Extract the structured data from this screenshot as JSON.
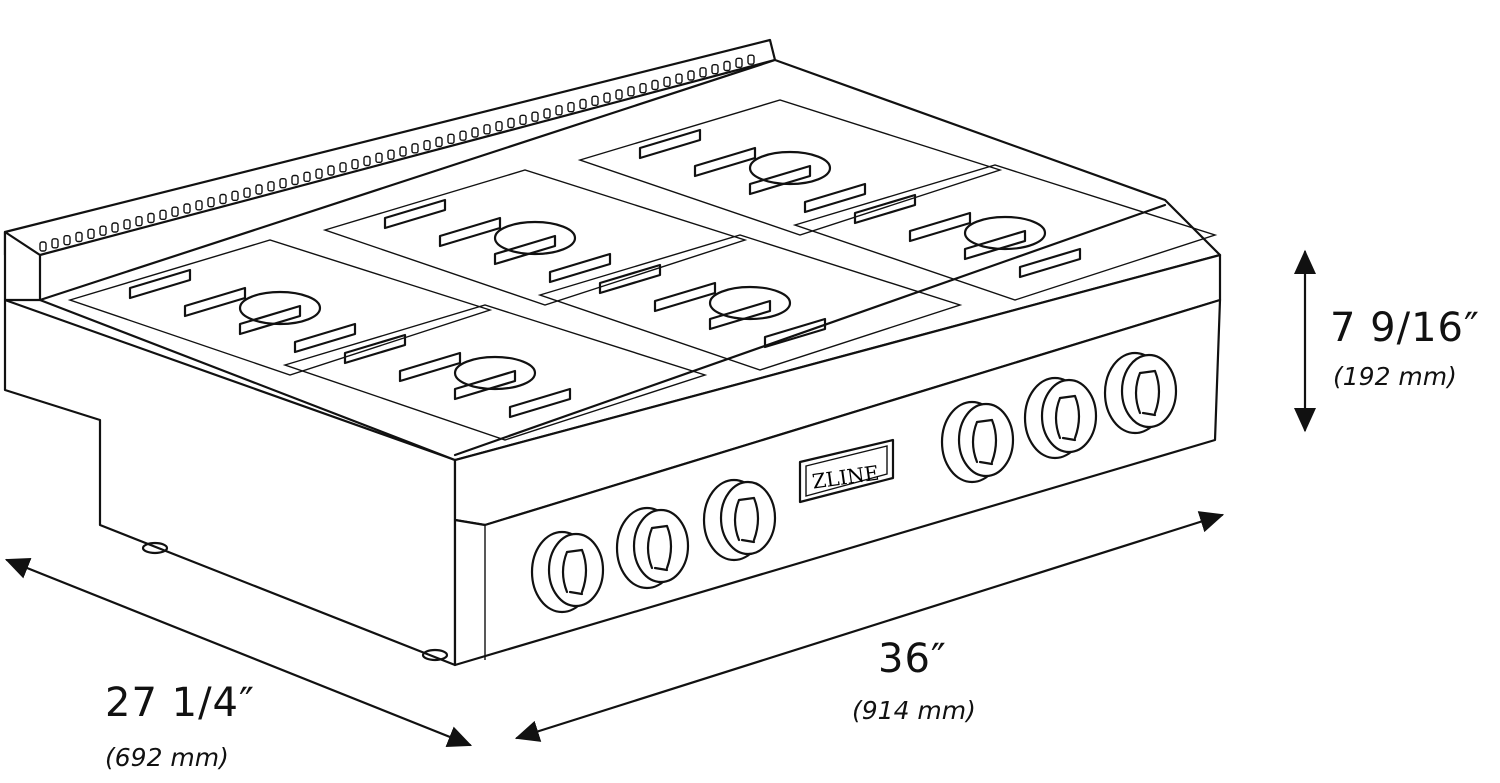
{
  "product": {
    "brand_badge": "ZLINE",
    "knob_count": 6,
    "burner_count": 6
  },
  "dimensions": {
    "height": {
      "imperial": "7 9/16″",
      "metric": "(192 mm)"
    },
    "width": {
      "imperial": "36″",
      "metric": "(914 mm)"
    },
    "depth": {
      "imperial": "27 1/4″",
      "metric": "(692 mm)"
    }
  },
  "colors": {
    "line": "#111111",
    "background": "#ffffff"
  }
}
